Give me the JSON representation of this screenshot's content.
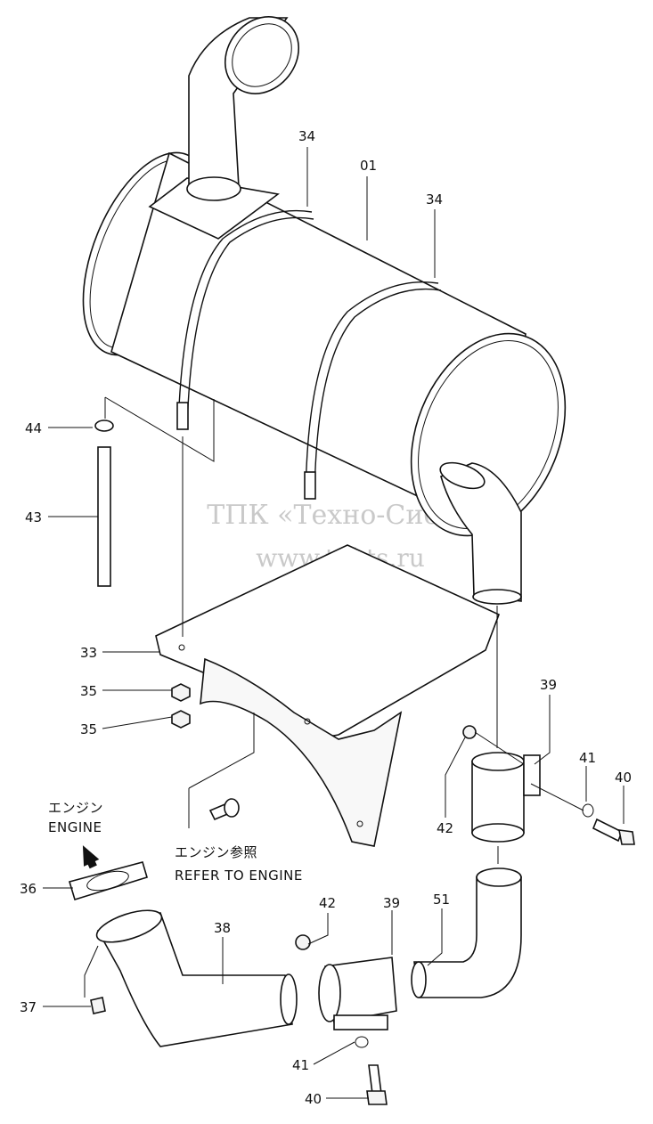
{
  "watermark": {
    "line1": "ТПК «Техно-Сиб»",
    "line2": "www.tpkts.ru"
  },
  "notes": {
    "engine_jp": "エンジン",
    "engine_en": "ENGINE",
    "refer_jp": "エンジン参照",
    "refer_en": "REFER TO ENGINE"
  },
  "labels": {
    "muffler": "01",
    "band_left": "34",
    "band_right": "34",
    "clip": "44",
    "hose": "43",
    "bracket": "33",
    "nut_top": "35",
    "nut_bottom": "35",
    "clamp_upper": "39",
    "washer_upper": "41",
    "bolt_upper": "40",
    "nut_clamp_upper": "42",
    "gasket": "36",
    "stud_nut": "37",
    "exhaust_pipe": "38",
    "nut_clamp_lower": "42",
    "clamp_lower": "39",
    "elbow_pipe": "51",
    "washer_lower": "41",
    "bolt_lower": "40"
  }
}
